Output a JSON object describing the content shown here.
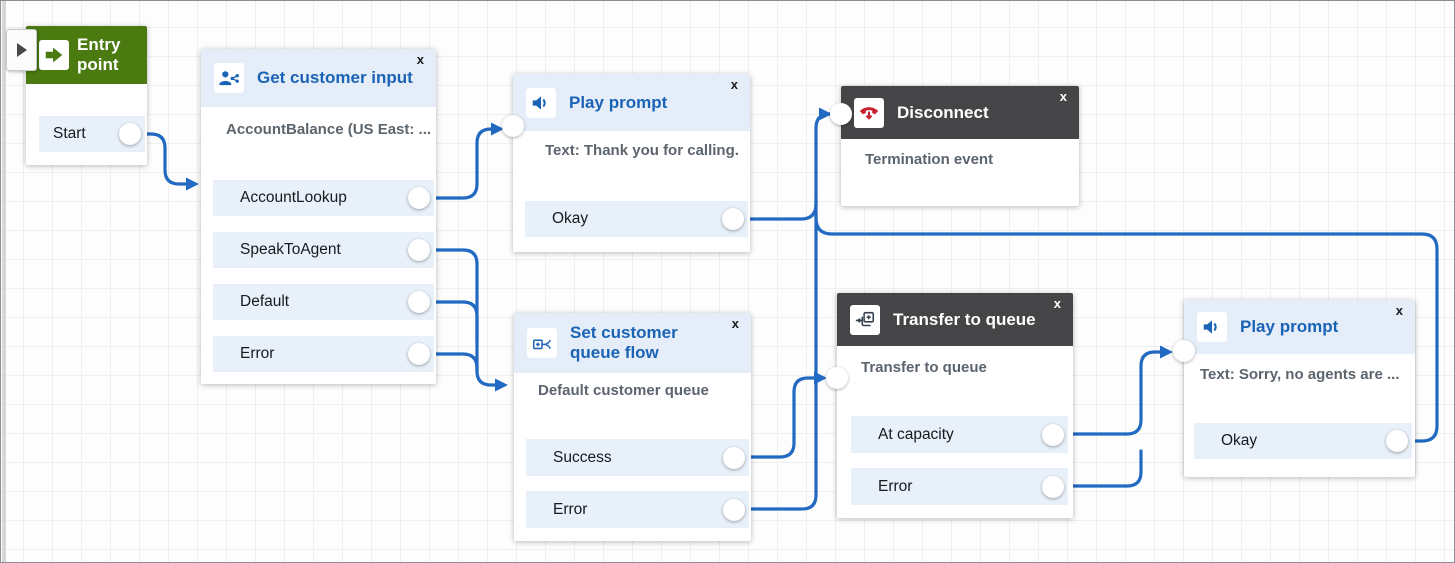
{
  "ui": {
    "close": "x"
  },
  "colors": {
    "wire_blue": "#2169c1",
    "title_blue": "#1b63b5",
    "light_header": "#e4edf8",
    "row_bg": "#e8f0f9",
    "dark_header": "#454547",
    "green_header": "#4a7a10",
    "disconnect_red": "#c8202e",
    "subtitle_gray": "#5c646d"
  },
  "panel": {
    "toggle_icon": "right-triangle"
  },
  "blocks": {
    "entry": {
      "title": "Entry point",
      "outputs": [
        "Start"
      ]
    },
    "gci": {
      "title": "Get customer input",
      "subtitle": "AccountBalance (US East: ...",
      "outputs": [
        "AccountLookup",
        "SpeakToAgent",
        "Default",
        "Error"
      ]
    },
    "pp1": {
      "title": "Play prompt",
      "subtitle": "Text: Thank you for calling.",
      "outputs": [
        "Okay"
      ]
    },
    "disc": {
      "title": "Disconnect",
      "subtitle": "Termination event",
      "outputs": []
    },
    "scqf": {
      "title": "Set customer queue flow",
      "subtitle": "Default customer queue",
      "outputs": [
        "Success",
        "Error"
      ]
    },
    "ttq": {
      "title": "Transfer to queue",
      "subtitle": "Transfer to queue",
      "outputs": [
        "At capacity",
        "Error"
      ]
    },
    "pp2": {
      "title": "Play prompt",
      "subtitle": "Text: Sorry, no agents are ...",
      "outputs": [
        "Okay"
      ]
    }
  },
  "edges": [
    {
      "from": "entry.Start",
      "to": "gci"
    },
    {
      "from": "gci.AccountLookup",
      "to": "pp1"
    },
    {
      "from": "gci.SpeakToAgent",
      "to": "scqf"
    },
    {
      "from": "gci.Default",
      "to": "scqf"
    },
    {
      "from": "gci.Error",
      "to": "scqf"
    },
    {
      "from": "pp1.Okay",
      "to": "disc"
    },
    {
      "from": "scqf.Success",
      "to": "ttq"
    },
    {
      "from": "scqf.Error",
      "to": "disc"
    },
    {
      "from": "ttq.At capacity",
      "to": "pp2"
    },
    {
      "from": "ttq.Error",
      "to": "pp2"
    },
    {
      "from": "pp2.Okay",
      "to": "disc"
    }
  ]
}
